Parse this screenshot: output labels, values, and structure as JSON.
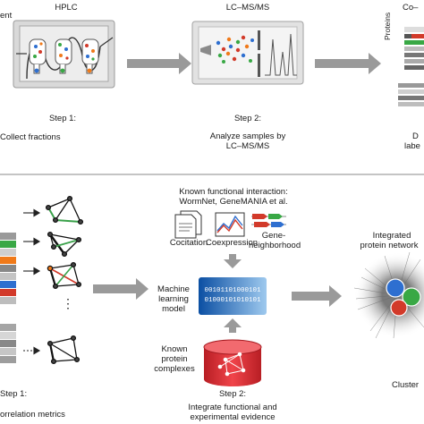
{
  "top": {
    "hplc_label": "HPLC",
    "lcms_label": "LC–MS/MS",
    "top_right_label": "Co–",
    "left_cut_label": "ent",
    "proteins_axis": "Proteins",
    "step1_title": "Step 1:",
    "step1_desc": "Collect fractions",
    "step2_title": "Step 2:",
    "step2_desc_line1": "Analyze samples by",
    "step2_desc_line2": "LC–MS/MS",
    "step3_cut_line1": "D",
    "step3_cut_line2": "labe"
  },
  "bottom": {
    "known_interaction_line1": "Known functional interaction:",
    "known_interaction_line2": "WormNet, GeneMANIA et al.",
    "cocitation": "Cocitation",
    "coexpression": "Coexpression",
    "gene_neighborhood_line1": "Gene-",
    "gene_neighborhood_line2": "neighborhood",
    "ml_line1": "Machine",
    "ml_line2": "learning",
    "ml_line3": "model",
    "binary_line1": "00101101000101",
    "binary_line2": "01000101010101",
    "known_complexes_line1": "Known",
    "known_complexes_line2": "protein",
    "known_complexes_line3": "complexes",
    "integrated_line1": "Integrated",
    "integrated_line2": "protein network",
    "cluster_cut": "Cluster",
    "step1_title": "Step 1:",
    "step1_desc": "orrelation metrics",
    "step2_title": "Step 2:",
    "step2_desc_line1": "Integrate functional and",
    "step2_desc_line2": "experimental evidence",
    "vertical_dots": "⋮"
  },
  "colors": {
    "line_green": "#3aa14a",
    "arrow_gray": "#9a9a9a",
    "db_red": "#d9282f",
    "model_blue": "#1f78c8",
    "node_orange": "#f07a1a",
    "cluster_blue": "#2e6fd0",
    "cluster_green": "#39a845",
    "cluster_red": "#d23a2a"
  }
}
